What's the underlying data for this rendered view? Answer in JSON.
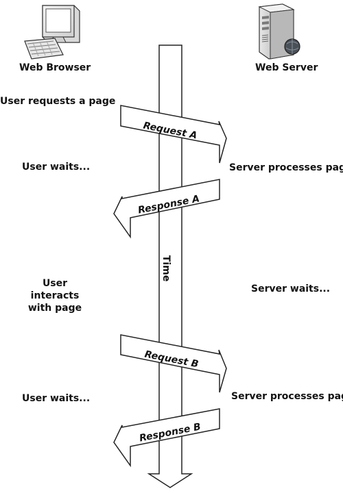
{
  "actors": {
    "browser": "Web Browser",
    "server": "Web Server"
  },
  "timeline_label": "Time",
  "left_notes": [
    "User requests a page",
    "User waits...",
    "User interacts with page",
    "User waits..."
  ],
  "right_notes": [
    "Server processes page",
    "Server waits...",
    "Server processes page"
  ],
  "messages": [
    {
      "label": "Request A",
      "direction": "to-server"
    },
    {
      "label": "Response A",
      "direction": "to-browser"
    },
    {
      "label": "Request B",
      "direction": "to-server"
    },
    {
      "label": "Response B",
      "direction": "to-browser"
    }
  ],
  "icons": {
    "browser": "computer-icon",
    "server": "server-tower-icon"
  }
}
